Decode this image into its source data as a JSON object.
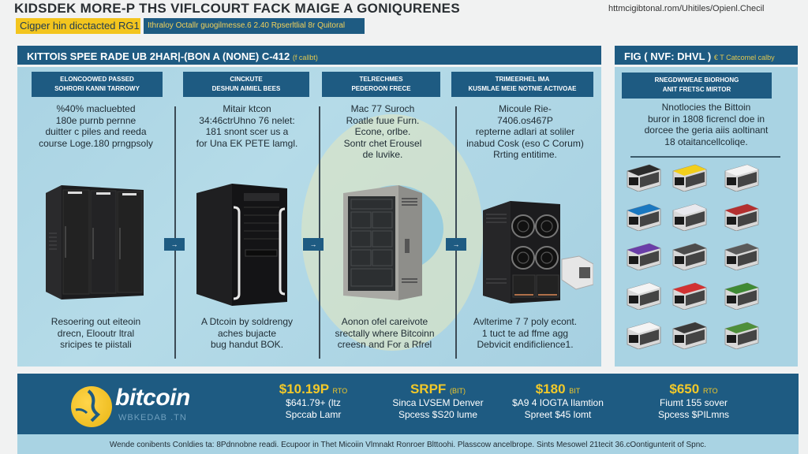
{
  "header": {
    "title": "KIDSDEK MORE-P THS VIFLCOURT FACK MAIGE A GONIQURENES",
    "url": "httmcigibtonal.rom/Uhitiles/Opienl.Checil",
    "tag_yellow": "Cigper hin dicctacted RG1",
    "tag_blue": "Ithraloy Octallr guogilmesse.6 2.40 Rpserltlial 8r Quitoral"
  },
  "main_section": {
    "title": "KITTOIS SPEE RADE UB 2HAR|-(BON A (NONE) C-412",
    "note": "(f callbt)"
  },
  "side_section": {
    "title": "FIG ( NVF: DHVL )",
    "note": "€ T Catcomel calby"
  },
  "columns": [
    {
      "header": [
        "ELONCOOWED PASSED",
        "SOHRORI KANNI TARROWY"
      ],
      "desc": [
        "%40% macluebted",
        "180e purnb pernne",
        "duitter c piles and reeda",
        "course Loge.180 prngpsoly"
      ],
      "caption": [
        "Resoering out eiteoin",
        "drecn, Elooutr ltral",
        "sricipes te piistali"
      ],
      "icon": "server-rack-cabinet-icon"
    },
    {
      "header": [
        "CINCKUTE",
        "DESHUN AIMIEL BEES"
      ],
      "desc": [
        "Mitair ktcon",
        "34:46ctrUhno 76 nelet:",
        "181 snont scer us a",
        "for Una EK PETE lamgl."
      ],
      "caption": [
        "A Dtcoin by soldrengy",
        "aches bujacte",
        "bug handut BOK."
      ],
      "icon": "tower-pc-icon"
    },
    {
      "header": [
        "TELRECHMES",
        "PEDEROON FRECE"
      ],
      "desc": [
        "Mac 77 Suroch",
        "Roatle fuue Furn.",
        "Econe, orlbe.",
        "Sontr chet Erousel",
        "de luvike."
      ],
      "caption": [
        "Aonon ofel careivote",
        "srectally where Bitcoinn",
        "creesn and For a Rfrel"
      ],
      "icon": "silver-server-icon"
    },
    {
      "header": [
        "TRIMEERHEL IMA",
        "KUSMLAE MEIE NOTNIE ACTIVOAE"
      ],
      "desc": [
        "Micoule Rie-",
        "7406.os467P",
        "repterne adlari at soliler",
        "inabud Cosk (eso C Corum)",
        "Rrting entitime."
      ],
      "caption": [
        "Avlterime 7 7 poly econt.",
        "1 tuct te ad ffme agg",
        "Debvicit endificlience1."
      ],
      "icon": "asic-miner-icon"
    }
  ],
  "arrows": [
    {
      "label": "→"
    },
    {
      "label": "→"
    },
    {
      "label": "→"
    }
  ],
  "side": {
    "header": [
      "RNEGDWWEAE BIORHONG",
      "ANIT FRETSC MIRTOR"
    ],
    "desc": [
      "Nnotlocies the Bittoin",
      "buror in 1808 ficrencl doe in",
      "dorcee the geria aiis aoltinant",
      "18 otaitancellcoliqe."
    ],
    "modules": [
      {
        "color": "#2b2b2b"
      },
      {
        "color": "#f2cf1b"
      },
      {
        "color": "#f4f4f4"
      },
      {
        "color": "#1b78c0"
      },
      {
        "color": "#e9e9ee"
      },
      {
        "color": "#b33030"
      },
      {
        "color": "#6a3ea8"
      },
      {
        "color": "#4c4c4c"
      },
      {
        "color": "#5a5a5a"
      },
      {
        "color": "#f4f4f4"
      },
      {
        "color": "#d23232"
      },
      {
        "color": "#3f8a34"
      },
      {
        "color": "#f4f4f4"
      },
      {
        "color": "#3a3a3a"
      },
      {
        "color": "#4e8f3a"
      }
    ]
  },
  "footer": {
    "brand": "bitcoin",
    "brand_sub": "WBKEDAB .TN",
    "prices": [
      {
        "main": "$10.19P",
        "unit": "RTO",
        "lines": [
          "$641.79+ (ltz",
          "Spccab Lamr"
        ]
      },
      {
        "main": "SRPF",
        "unit": "(BIT)",
        "lines": [
          "Sinca LVSEM Denver",
          "Spcess $S20 lume"
        ]
      },
      {
        "main": "$180",
        "unit": "BIT",
        "lines": [
          "$A9 4 IOGTA Ilamtion",
          "Spreet $45 lomt"
        ]
      },
      {
        "main": "$650",
        "unit": "RTO",
        "lines": [
          "Fiumt 155 sover",
          "Spcess $PILmns"
        ]
      }
    ],
    "bottom_text": "Wende conibents Conldies ta: 8Pdnnobne readi. Ecupoor in Thet Micoiin Vlmnakt Ronroer Blttoohi. Plasscow ancelbrope. Sints Mesowel 21tecit 36.cOontigunterit of Spnc."
  },
  "colors": {
    "primary_blue": "#1e5b82",
    "accent_yellow": "#f3c51e",
    "panel_blue": "#a9d3e3",
    "background": "#f1f2f2"
  }
}
